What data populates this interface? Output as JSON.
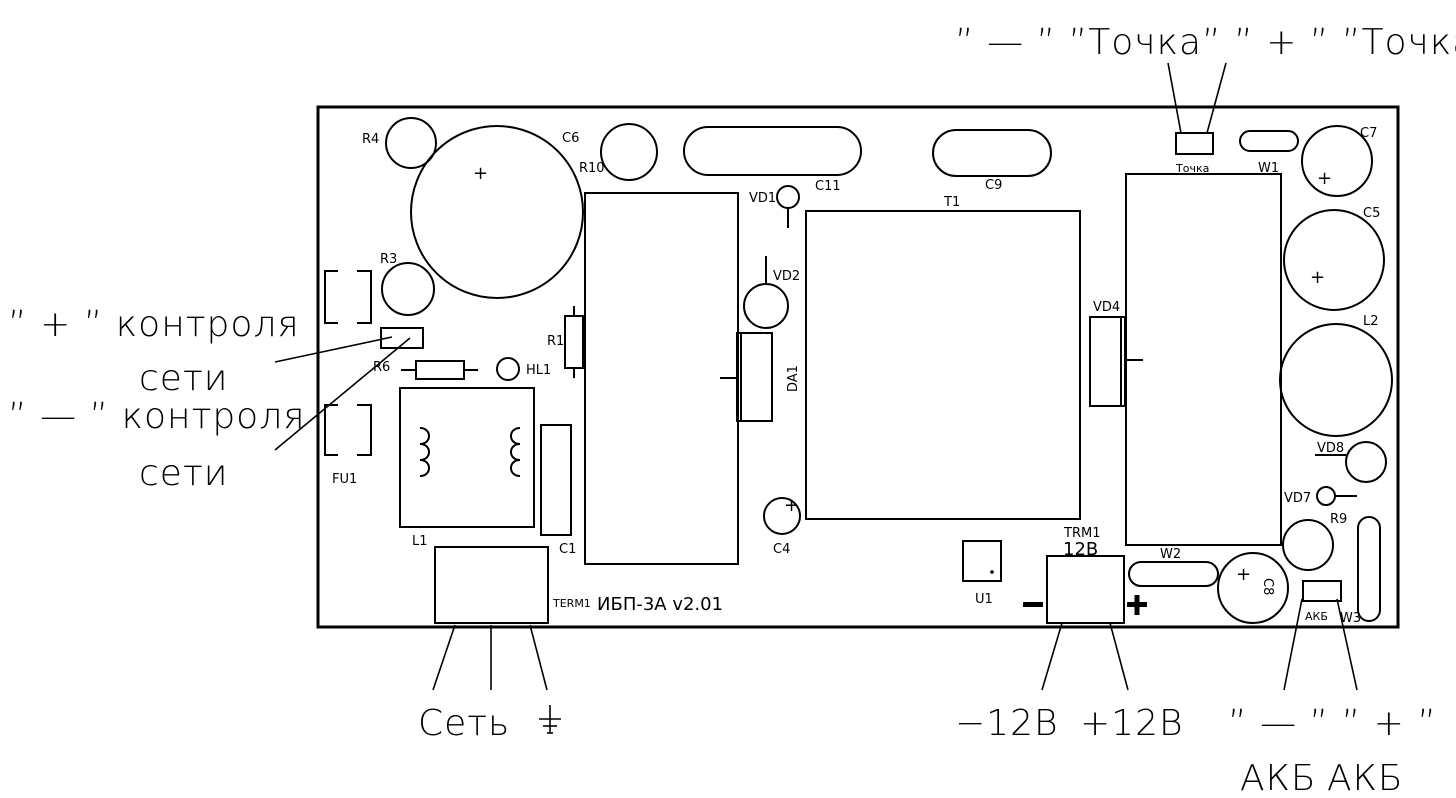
{
  "board": {
    "name": "ИБП-3А v2.01"
  },
  "components": {
    "R4": "R4",
    "C6": "C6",
    "R10": "R10",
    "R3": "R3",
    "R1": "R1",
    "R6": "R6",
    "HL1": "HL1",
    "FU1": "FU1",
    "L1": "L1",
    "C1": "C1",
    "TERM1": "TERM1",
    "VD1": "VD1",
    "C11": "C11",
    "VD2": "VD2",
    "DA1": "DA1",
    "C4": "C4",
    "T1": "T1",
    "C9": "C9",
    "VD4": "VD4",
    "U1": "U1",
    "TRM1": "TRM1",
    "W1": "W1",
    "C7": "C7",
    "C5": "C5",
    "L2": "L2",
    "VD8": "VD8",
    "VD7": "VD7",
    "R9": "R9",
    "W2": "W2",
    "C8": "C8",
    "W3": "W3",
    "tochka_pad": "Точка",
    "akb_pad": "АКБ",
    "trm1_voltage": "12В"
  },
  "callouts": {
    "plus_control": "” + ” контроля",
    "plus_control_2": "сети",
    "minus_control": "” — ” контроля",
    "minus_control_2": "сети",
    "tochka_top": "” — ” ”Точка”  ” + ” ”Точка”",
    "mains": "Сеть",
    "minus12": "−12В",
    "plus12": "+12В",
    "akb_signs": "” — ” ” + ”",
    "akb_left": "АКБ",
    "akb_right": "АКБ"
  }
}
